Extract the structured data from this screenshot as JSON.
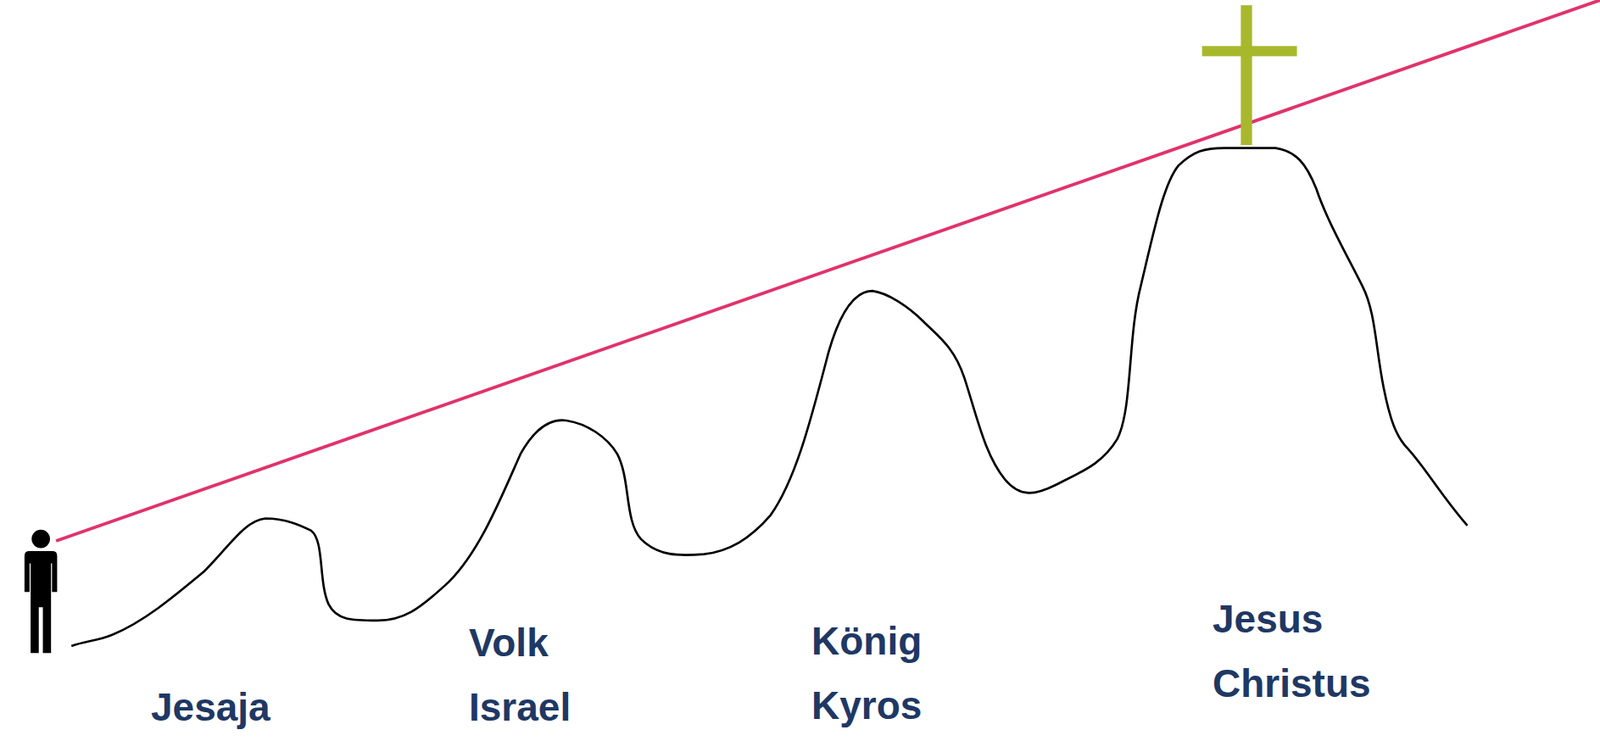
{
  "diagram": {
    "labels": [
      "Jesaja",
      "Volk Israel",
      "König Kyros",
      "Jesus Christus"
    ]
  }
}
